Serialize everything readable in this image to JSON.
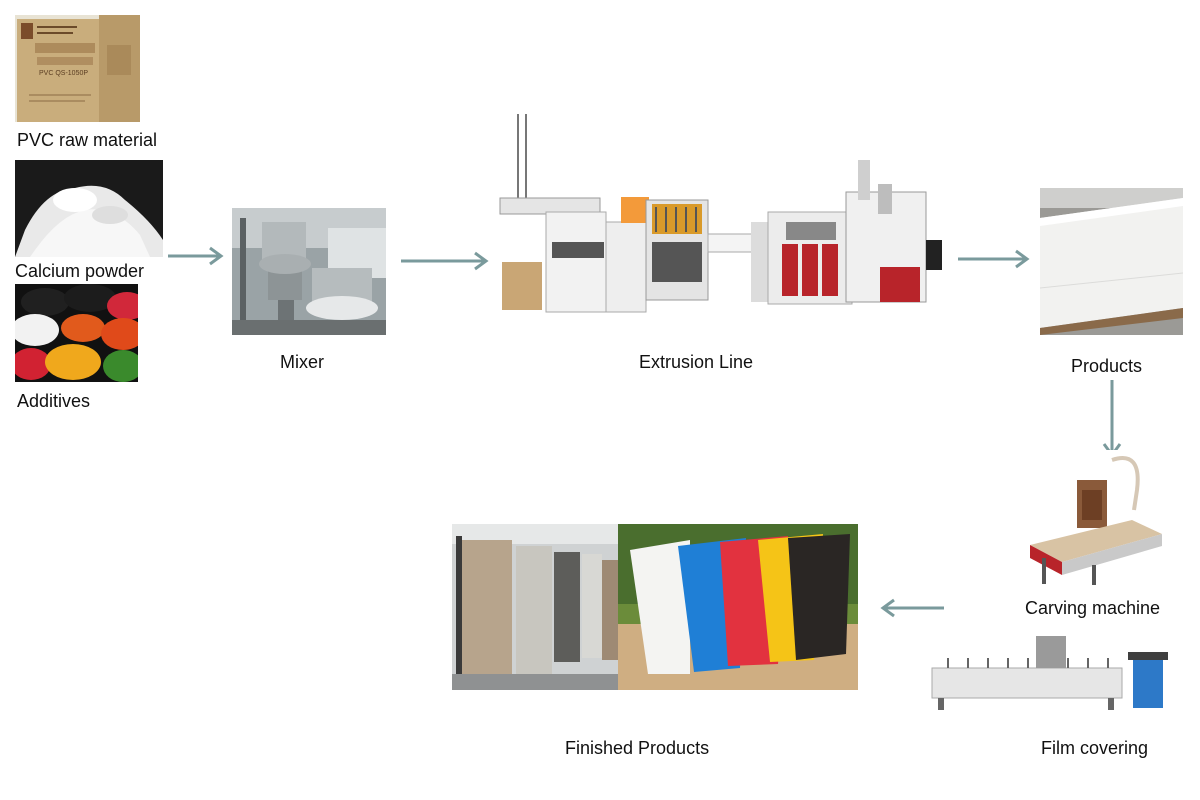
{
  "raw_materials": {
    "pvc_label": "PVC raw material",
    "pvc_bag_text": "PVC QS-1050P",
    "calcium_label": "Calcium powder",
    "additives_label": "Additives"
  },
  "stages": {
    "mixer_label": "Mixer",
    "extrusion_label": "Extrusion Line",
    "products_label": "Products",
    "carving_label": "Carving machine",
    "film_label": "Film covering",
    "finished_label": "Finished Products"
  },
  "colors": {
    "arrow": "#7a9a9c",
    "board_white": "#f4f4f2",
    "board_blue": "#1f7fd6",
    "board_red": "#e2323f",
    "board_yellow": "#f5c417",
    "board_black": "#2a2624",
    "machine_red": "#b8242a"
  }
}
